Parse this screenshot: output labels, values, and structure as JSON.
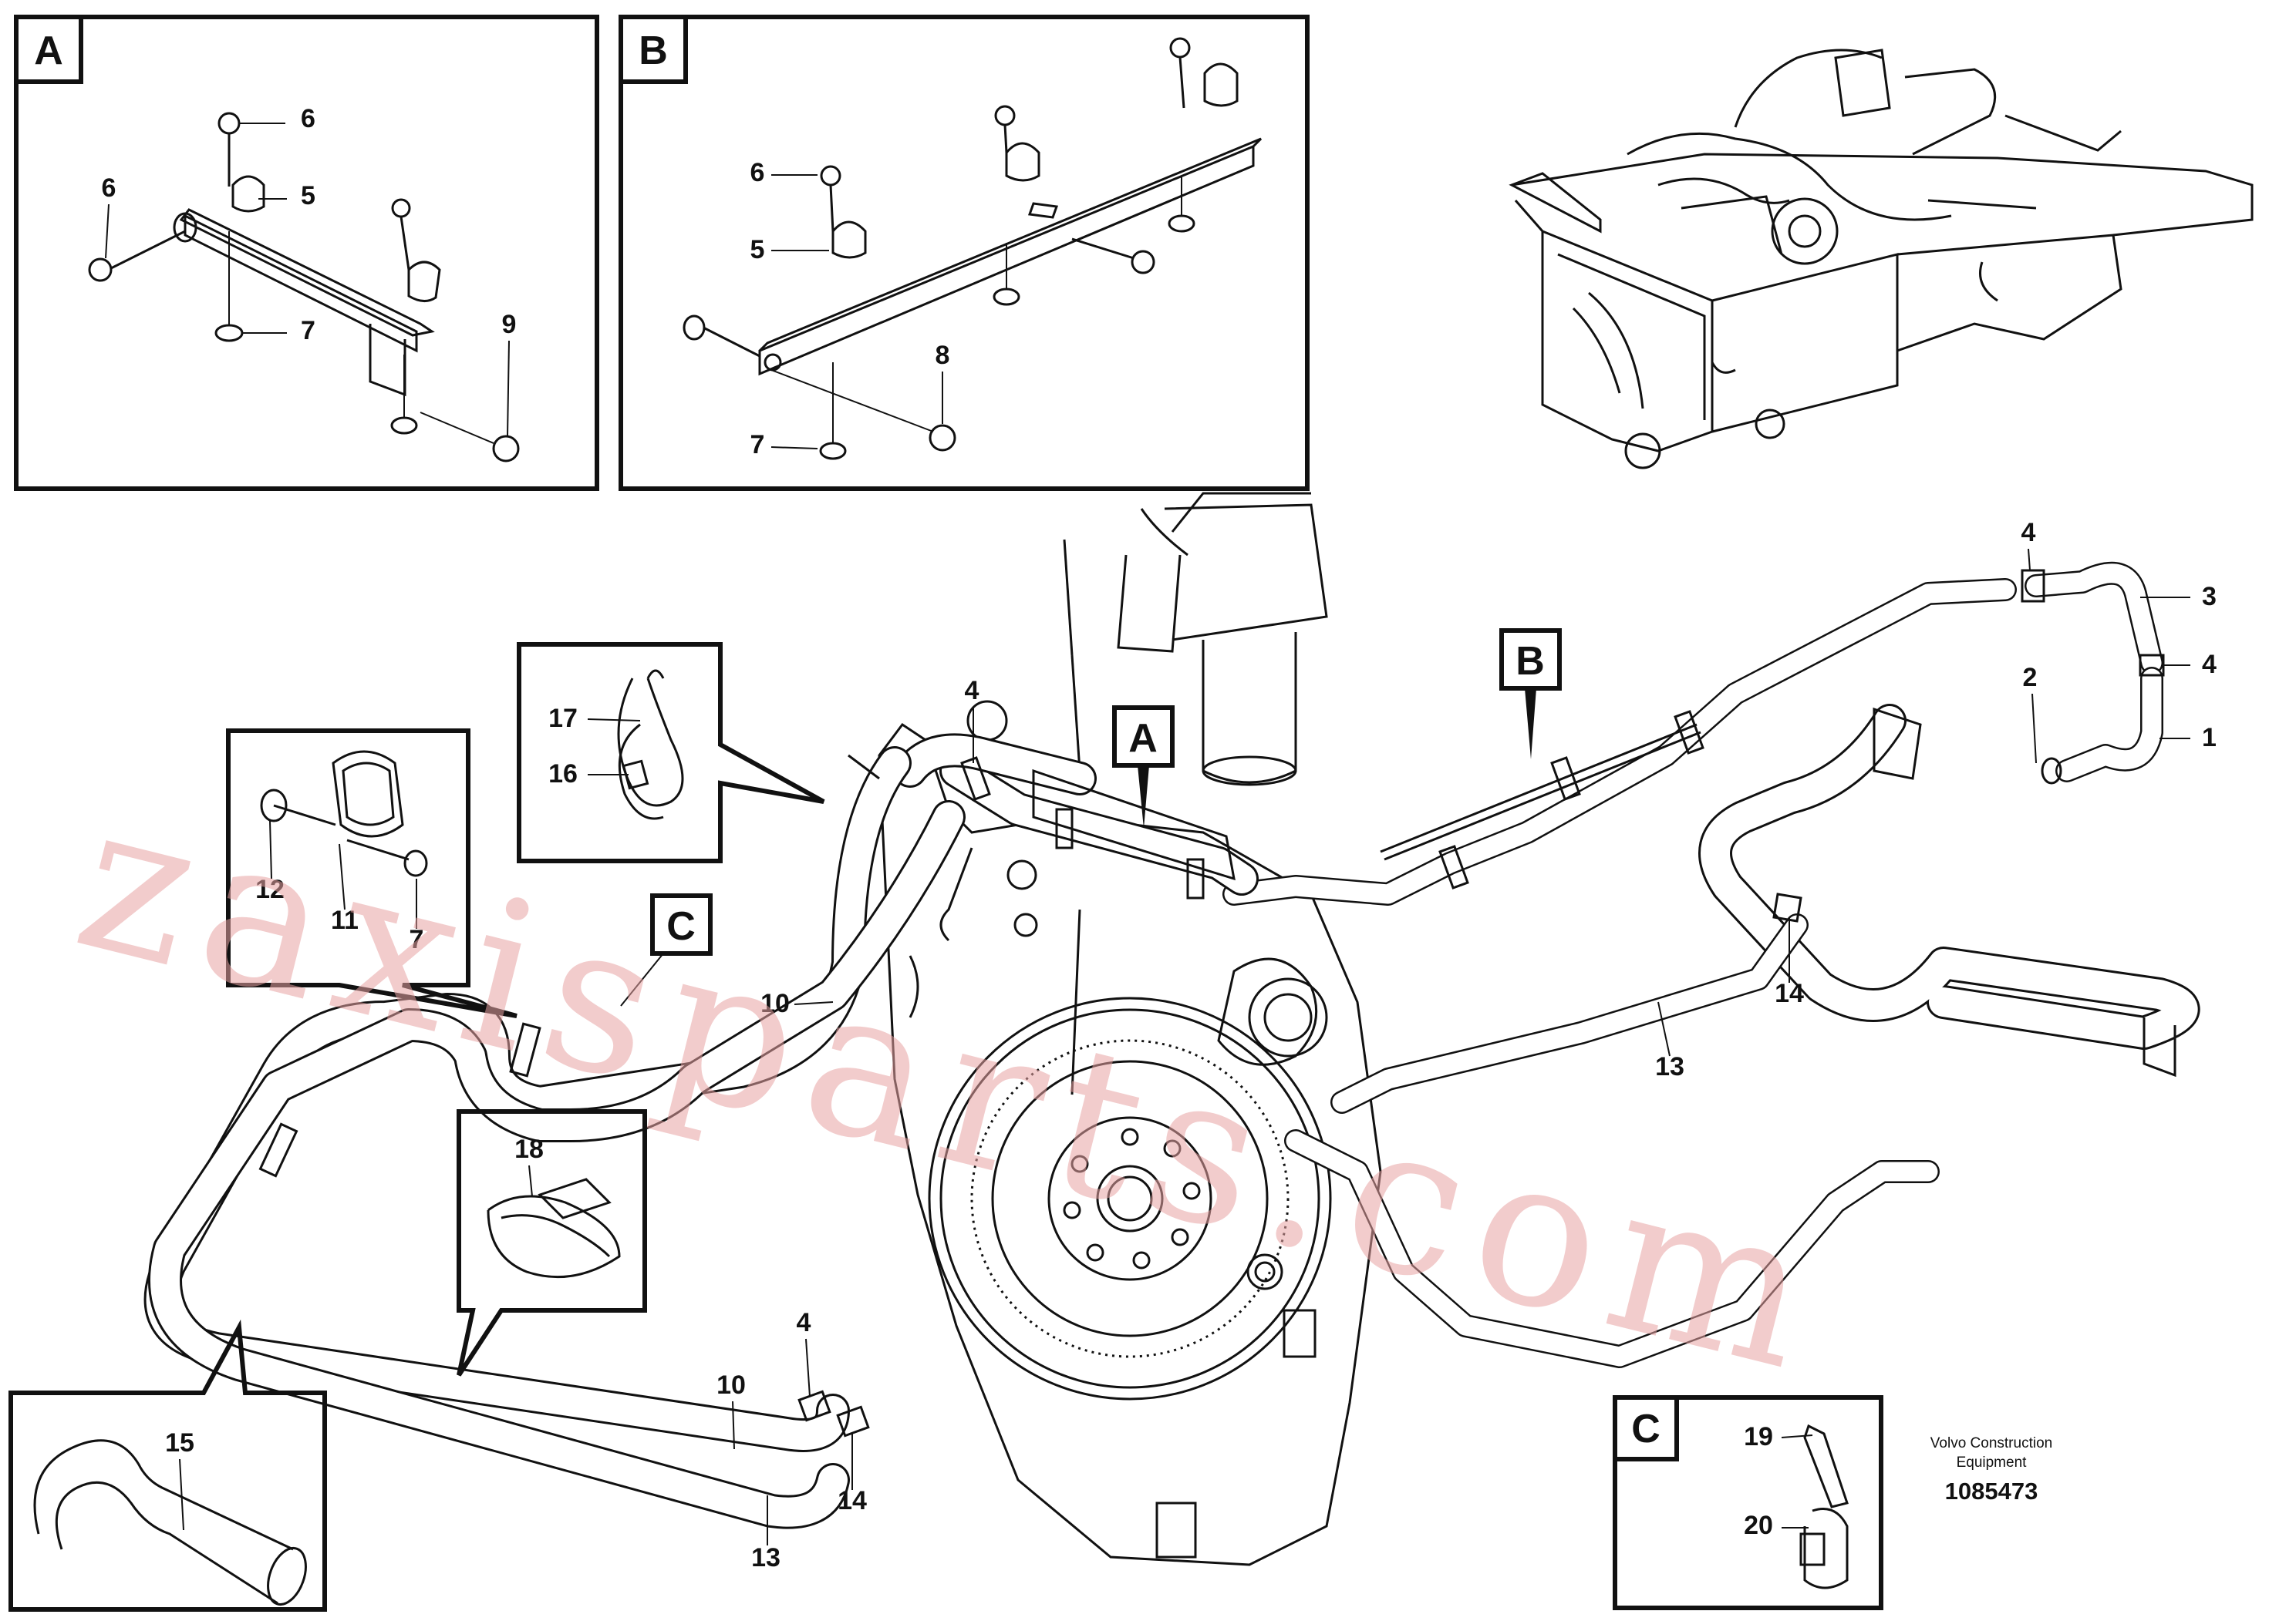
{
  "detail_boxes": {
    "a": {
      "label": "A",
      "callouts": [
        "6",
        "6",
        "5",
        "7",
        "9"
      ]
    },
    "b": {
      "label": "B",
      "callouts": [
        "6",
        "5",
        "7",
        "8"
      ]
    },
    "c": {
      "label": "C",
      "callouts": [
        "19",
        "20"
      ]
    }
  },
  "inset_boxes": {
    "cable_tie": {
      "callouts": [
        "17",
        "16"
      ]
    },
    "clamp": {
      "callouts": [
        "12",
        "11",
        "7"
      ]
    },
    "band": {
      "callouts": [
        "18"
      ]
    },
    "hose_bend": {
      "callouts": [
        "15"
      ]
    }
  },
  "main_view": {
    "pointer_labels": [
      "A",
      "B",
      "C"
    ],
    "callouts": [
      "4",
      "3",
      "4",
      "2",
      "1",
      "4",
      "10",
      "13",
      "14",
      "4",
      "10",
      "14",
      "13"
    ]
  },
  "title_block": {
    "brand_line1": "Volvo Construction",
    "brand_line2": "Equipment",
    "drawing_number": "1085473"
  },
  "watermark": "zaxisparts.com"
}
